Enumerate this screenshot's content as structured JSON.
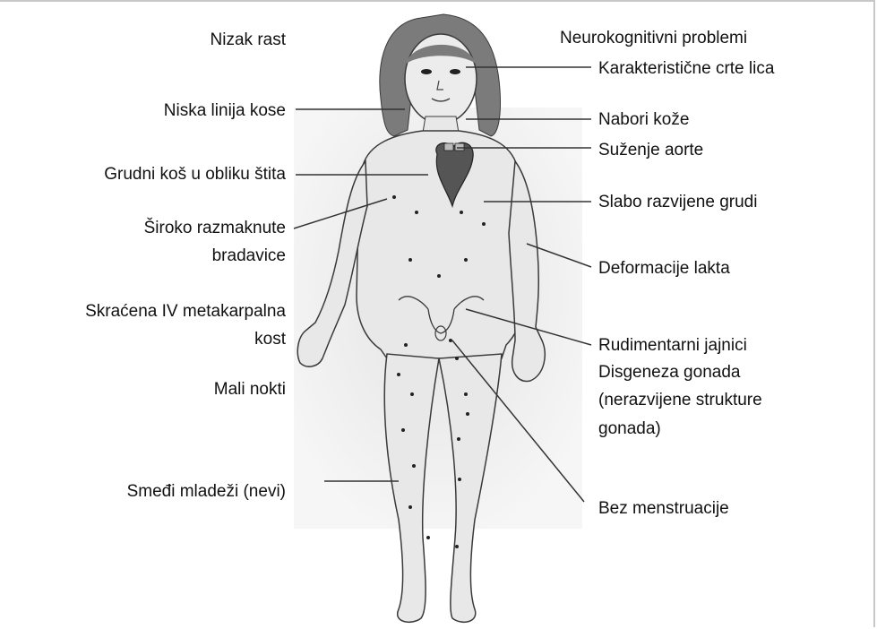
{
  "labels_left": [
    {
      "id": "short-stature",
      "text": "Nizak rast"
    },
    {
      "id": "low-hairline",
      "text": "Niska linija kose"
    },
    {
      "id": "shield-chest",
      "text": "Grudni koš u obliku štita"
    },
    {
      "id": "wide-nipples-1",
      "text": "Široko razmaknute"
    },
    {
      "id": "wide-nipples-2",
      "text": "bradavice"
    },
    {
      "id": "short-metacarpal-1",
      "text": "Skraćena IV metakarpalna"
    },
    {
      "id": "short-metacarpal-2",
      "text": "kost"
    },
    {
      "id": "small-nails",
      "text": "Mali nokti"
    },
    {
      "id": "brown-nevi",
      "text": "Smeđi  mladeži (nevi)"
    }
  ],
  "labels_right": [
    {
      "id": "neurocognitive",
      "text": "Neurokognitivni problemi"
    },
    {
      "id": "facial-features",
      "text": "Karakteristične crte lica"
    },
    {
      "id": "skin-folds",
      "text": "Nabori kože"
    },
    {
      "id": "aortic-narrowing",
      "text": "Suženje aorte"
    },
    {
      "id": "underdeveloped-breasts",
      "text": "Slabo razvijene grudi"
    },
    {
      "id": "elbow-deformity",
      "text": "Deformacije lakta"
    },
    {
      "id": "rudimentary-ovaries",
      "text": "Rudimentarni jajnici"
    },
    {
      "id": "gonadal-dysgenesis-1",
      "text": "Disgeneza gonada"
    },
    {
      "id": "gonadal-dysgenesis-2",
      "text": "(nerazvijene strukture"
    },
    {
      "id": "gonadal-dysgenesis-3",
      "text": "gonada)"
    },
    {
      "id": "no-menstruation",
      "text": "Bez menstruacije"
    }
  ],
  "colors": {
    "frame": "#c8c8c8",
    "text": "#111111",
    "leader_line": "#333333",
    "hair": "#7b7b7b",
    "skin": "#e8e8e8",
    "outline": "#3a3a3a",
    "heart": "#555555",
    "dots": "#222222"
  },
  "icons": [
    "girl-figure-illustration",
    "heart-icon"
  ]
}
